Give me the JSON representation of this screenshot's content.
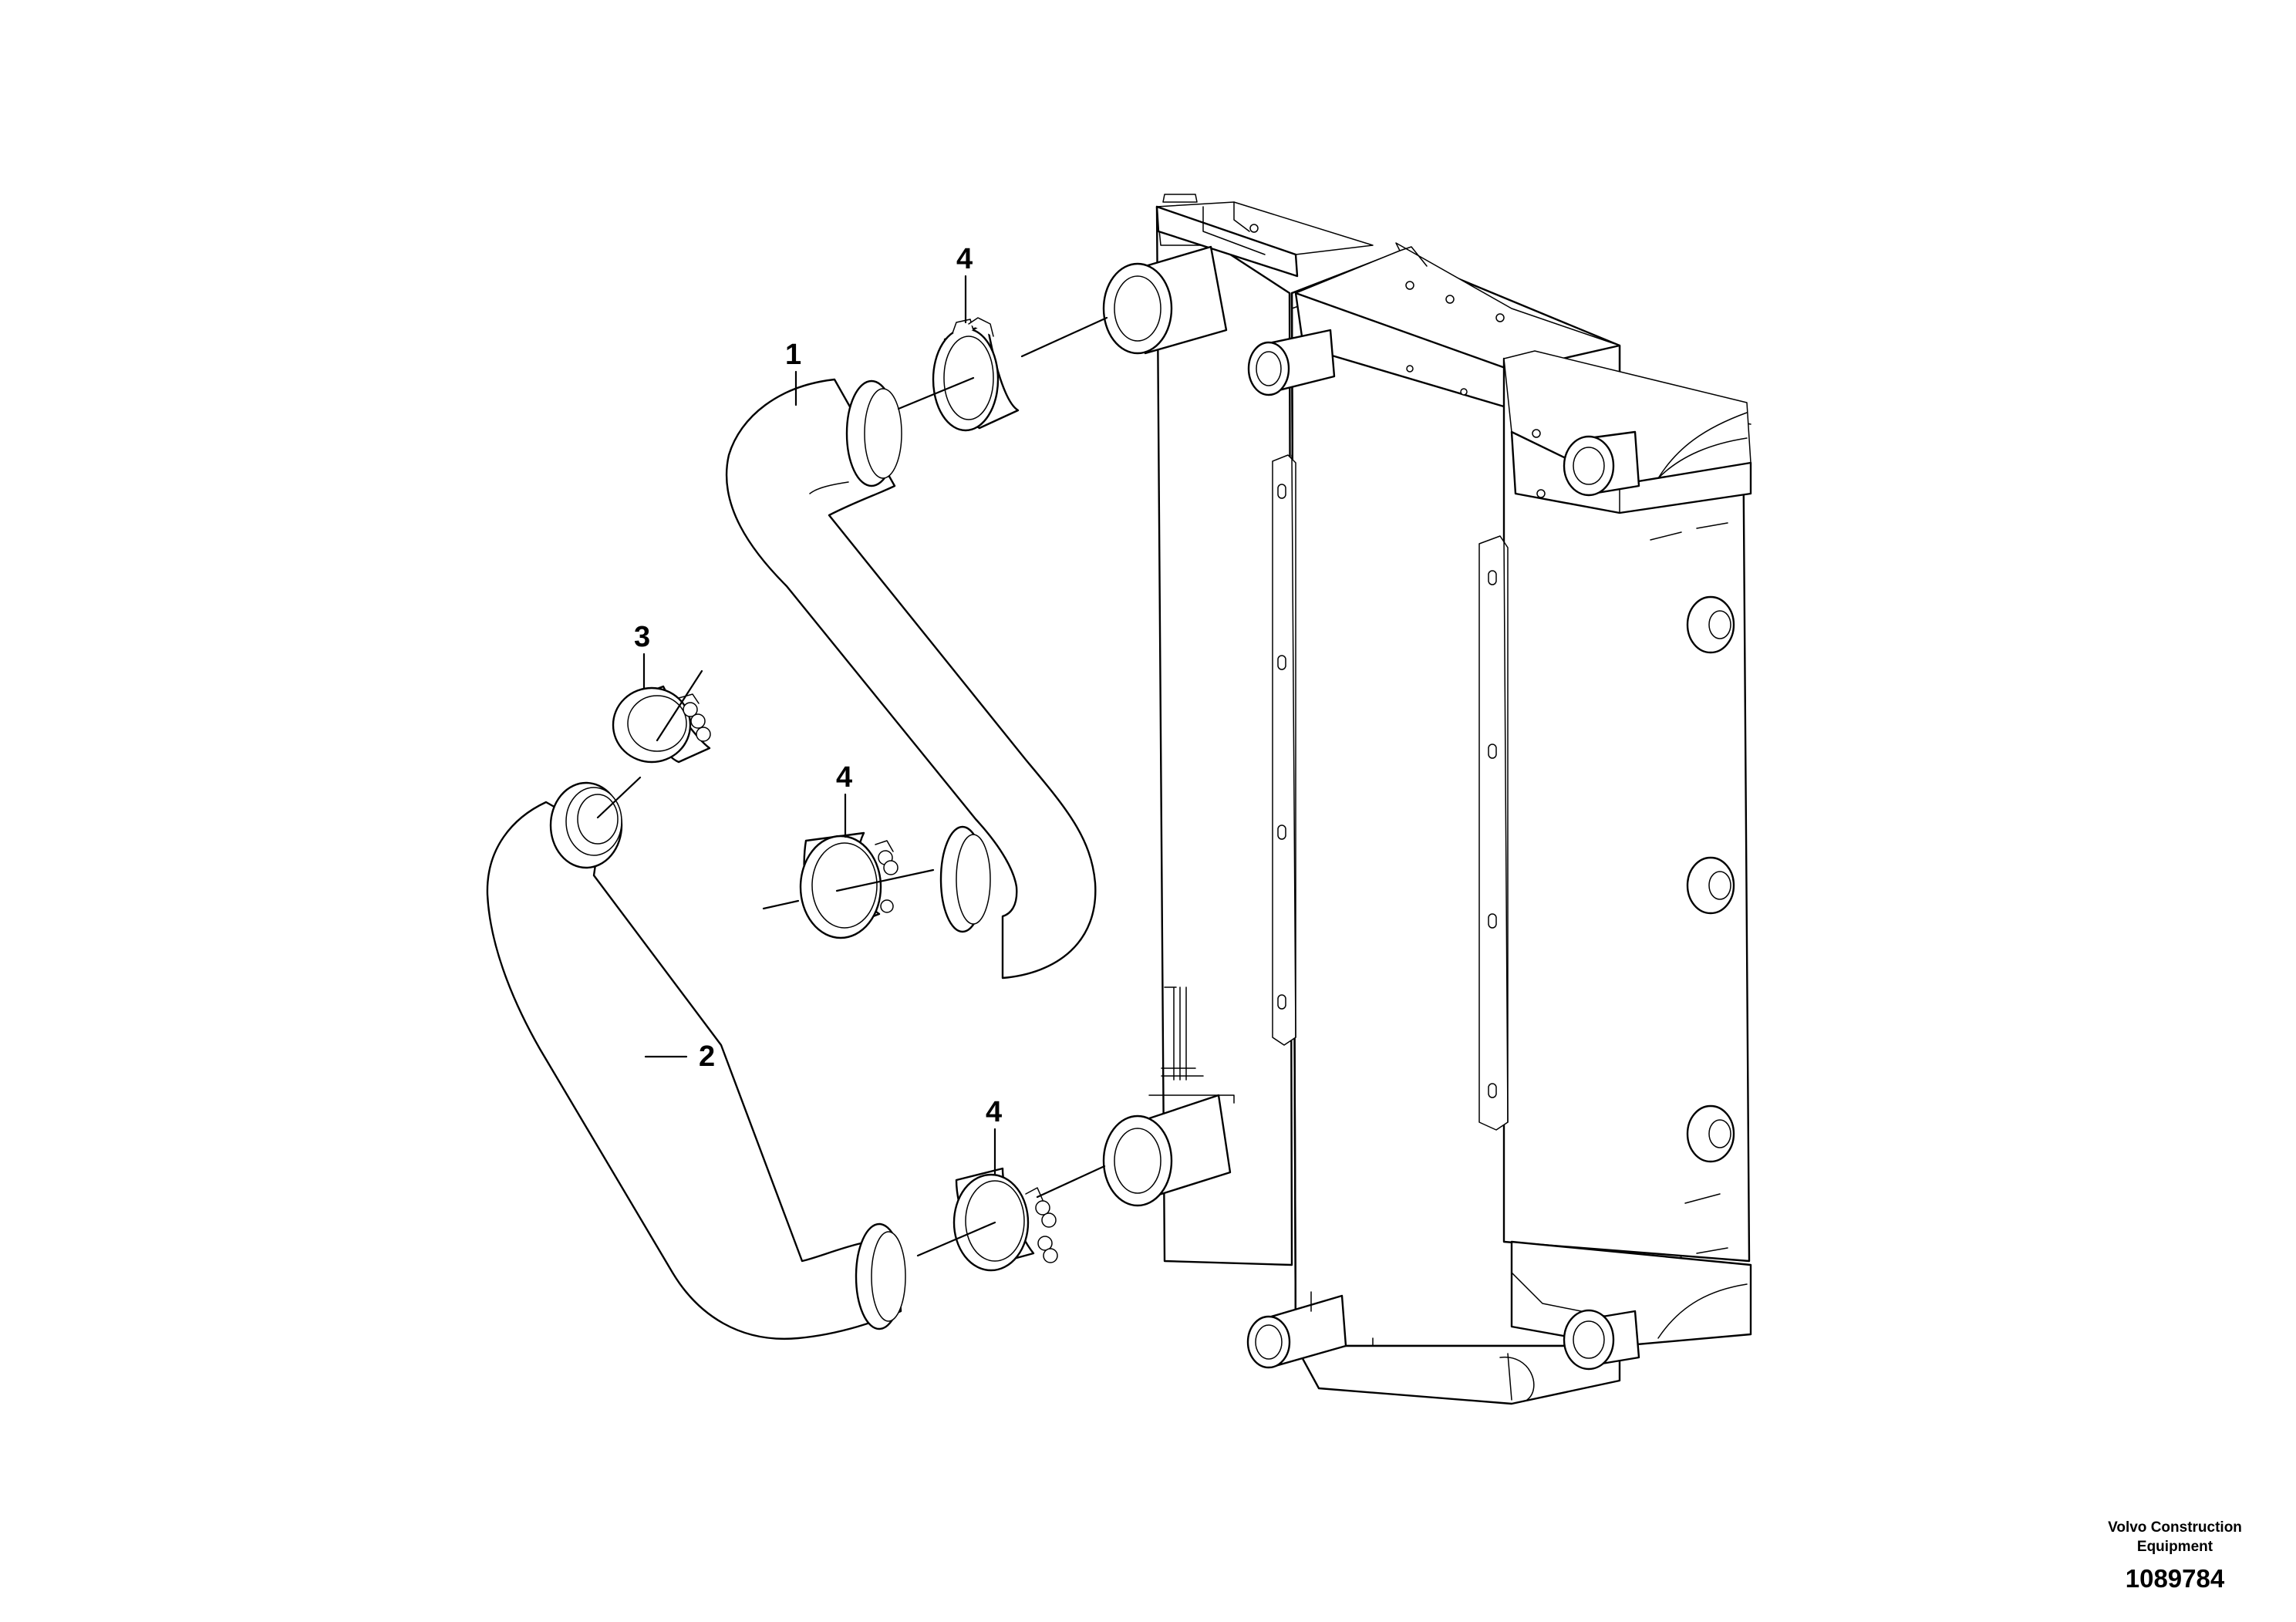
{
  "callouts": {
    "hose_upper": "1",
    "hose_lower": "2",
    "clamp_3": "3",
    "clamp_4_top": "4",
    "clamp_4_middle": "4",
    "clamp_4_bottom": "4"
  },
  "footer": {
    "company_line1": "Volvo Construction",
    "company_line2": "Equipment",
    "drawing_number": "1089784"
  }
}
